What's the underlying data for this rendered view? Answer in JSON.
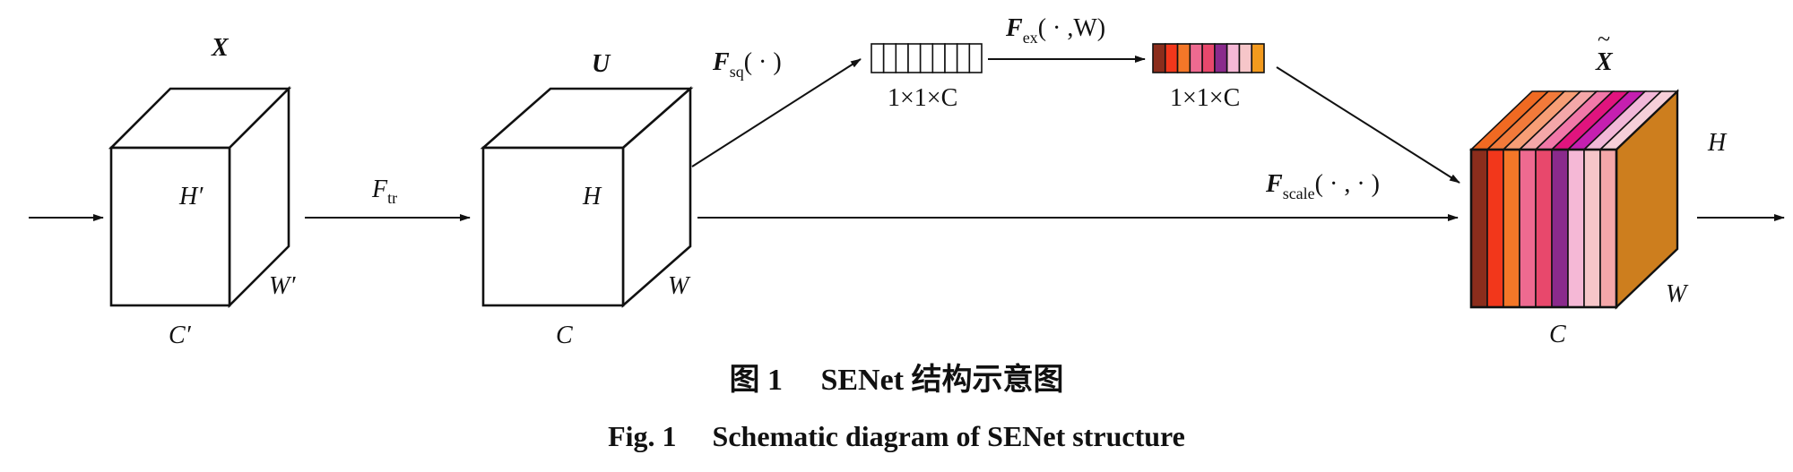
{
  "x_input": {
    "title": "X",
    "height_label": "H′",
    "width_label": "W′",
    "channel_label": "C′"
  },
  "f_tr": {
    "main": "F",
    "sub": "tr"
  },
  "u_feature": {
    "title": "U",
    "height_label": "H",
    "width_label": "W",
    "channel_label": "C"
  },
  "squeeze": {
    "main": "F",
    "sub": "sq",
    "args": "( · )",
    "vector_label": "1×1×C",
    "vector_cells": 9
  },
  "excitation": {
    "main": "F",
    "sub": "ex",
    "args": "( · ,W)",
    "vector_label": "1×1×C",
    "vector_colors": [
      "#8B2D1C",
      "#F2371B",
      "#F47728",
      "#EE6A90",
      "#E8486C",
      "#8A2A8C",
      "#F5B8D6",
      "#F6C6C9",
      "#F39A1E"
    ]
  },
  "scale": {
    "main": "F",
    "sub": "scale",
    "args": "( · , · )"
  },
  "x_output": {
    "title": "X",
    "tilde": "~",
    "height_label": "H",
    "width_label": "W",
    "channel_label": "C",
    "slice_colors": [
      "#8B2D1C",
      "#F2371B",
      "#F47728",
      "#EE6A90",
      "#E8486C",
      "#8A2A8C",
      "#F5B8D6",
      "#F6C6C9",
      "#F4A7A9"
    ],
    "top_colors": [
      "#F06A22",
      "#F27A3A",
      "#F79E76",
      "#F4A7A9",
      "#F178A8",
      "#E0147E",
      "#C51FB0",
      "#F2B8D8",
      "#F6CFD9"
    ],
    "side_color": "#CD7E1E"
  },
  "caption": {
    "cn": "图 1　 SENet 结构示意图",
    "en": "Fig. 1　 Schematic diagram of SENet structure"
  }
}
